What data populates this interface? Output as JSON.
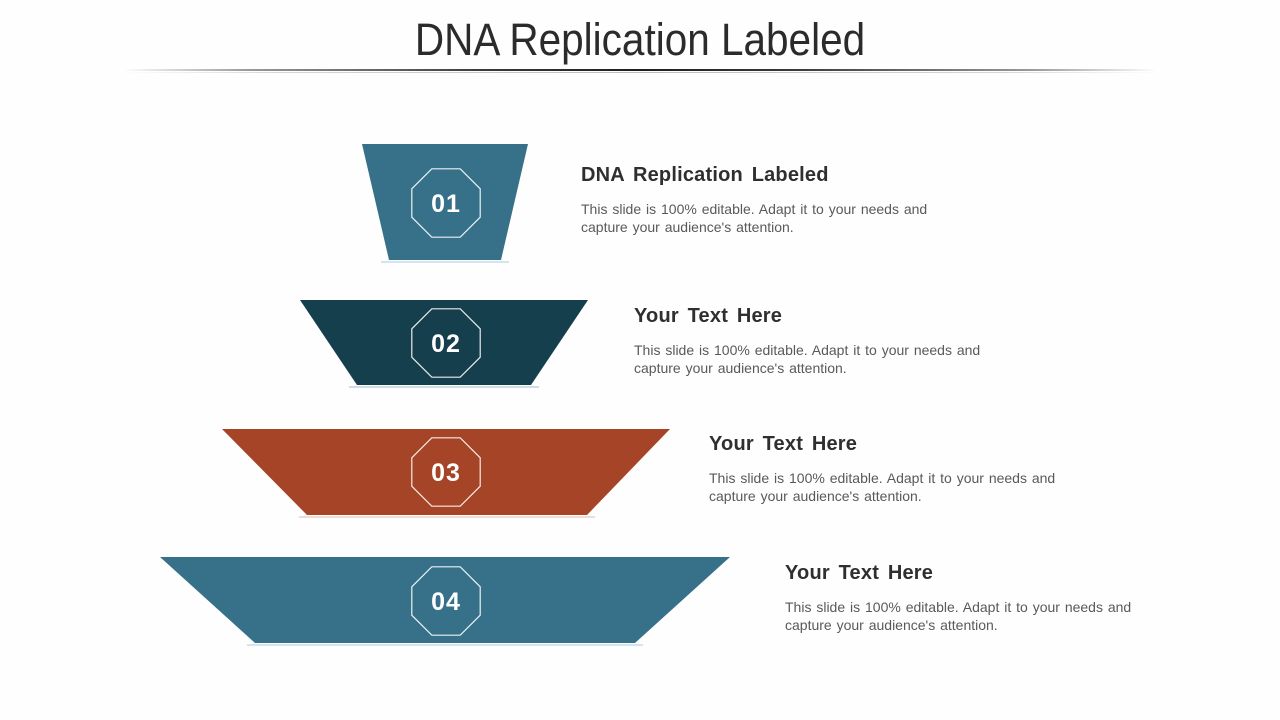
{
  "slide": {
    "title": "DNA Replication Labeled"
  },
  "funnel": {
    "items": [
      {
        "number": "01",
        "heading": "DNA Replication Labeled",
        "body": "This slide is 100% editable. Adapt it to your needs and capture your audience's attention.",
        "color": "#377189",
        "underline_color": "#cfe6ee"
      },
      {
        "number": "02",
        "heading": "Your Text Here",
        "body": "This slide is 100% editable. Adapt it to your needs and capture your audience's attention.",
        "color": "#163f4e",
        "underline_color": "#ccdde3"
      },
      {
        "number": "03",
        "heading": "Your Text Here",
        "body": "This slide is 100% editable. Adapt it to your needs and capture your audience's attention.",
        "color": "#a54427",
        "underline_color": "#eedbd3"
      },
      {
        "number": "04",
        "heading": "Your Text Here",
        "body": "This slide is 100% editable. Adapt it to your needs and capture your audience's attention.",
        "color": "#377189",
        "underline_color": "#cfe6ee"
      }
    ]
  },
  "colors": {
    "title_text": "#2b2b2b",
    "heading_text": "#2f2f2f",
    "body_text": "#595959",
    "octagon_stroke": "#ffffff",
    "number_text": "#ffffff",
    "background": "#fffefe"
  }
}
